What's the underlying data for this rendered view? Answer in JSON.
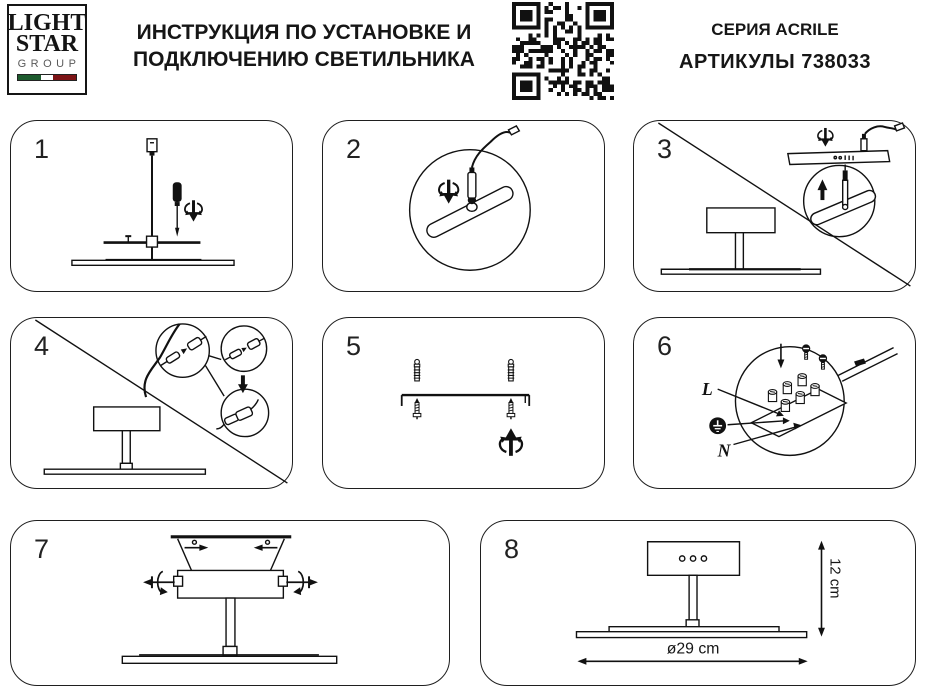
{
  "header": {
    "logo": {
      "line1": "LIGHT",
      "line2": "STAR",
      "line3": "GROUP"
    },
    "title": {
      "line1": "ИНСТРУКЦИЯ ПО УСТАНОВКЕ И",
      "line2": "ПОДКЛЮЧЕНИЮ СВЕТИЛЬНИКА"
    },
    "product": {
      "series": "СЕРИЯ ACRILE",
      "articles": "АРТИКУЛЫ 738033"
    }
  },
  "panels": {
    "p1": {
      "number": "1"
    },
    "p2": {
      "number": "2"
    },
    "p3": {
      "number": "3"
    },
    "p4": {
      "number": "4"
    },
    "p5": {
      "number": "5"
    },
    "p6": {
      "number": "6",
      "wire_labels": {
        "live": "L",
        "neutral": "N"
      }
    },
    "p7": {
      "number": "7"
    },
    "p8": {
      "number": "8",
      "dimensions": {
        "height": "12 cm",
        "diameter": "ø29 cm"
      }
    }
  },
  "icons": {
    "qr": "qr-code",
    "rotate_screw": "screw-rotation-arrow",
    "earth": "earth-ground-symbol"
  },
  "colors": {
    "ink": "#111111",
    "background": "#ffffff",
    "logo_green": "#1e5b2e",
    "logo_red": "#7d1416"
  }
}
